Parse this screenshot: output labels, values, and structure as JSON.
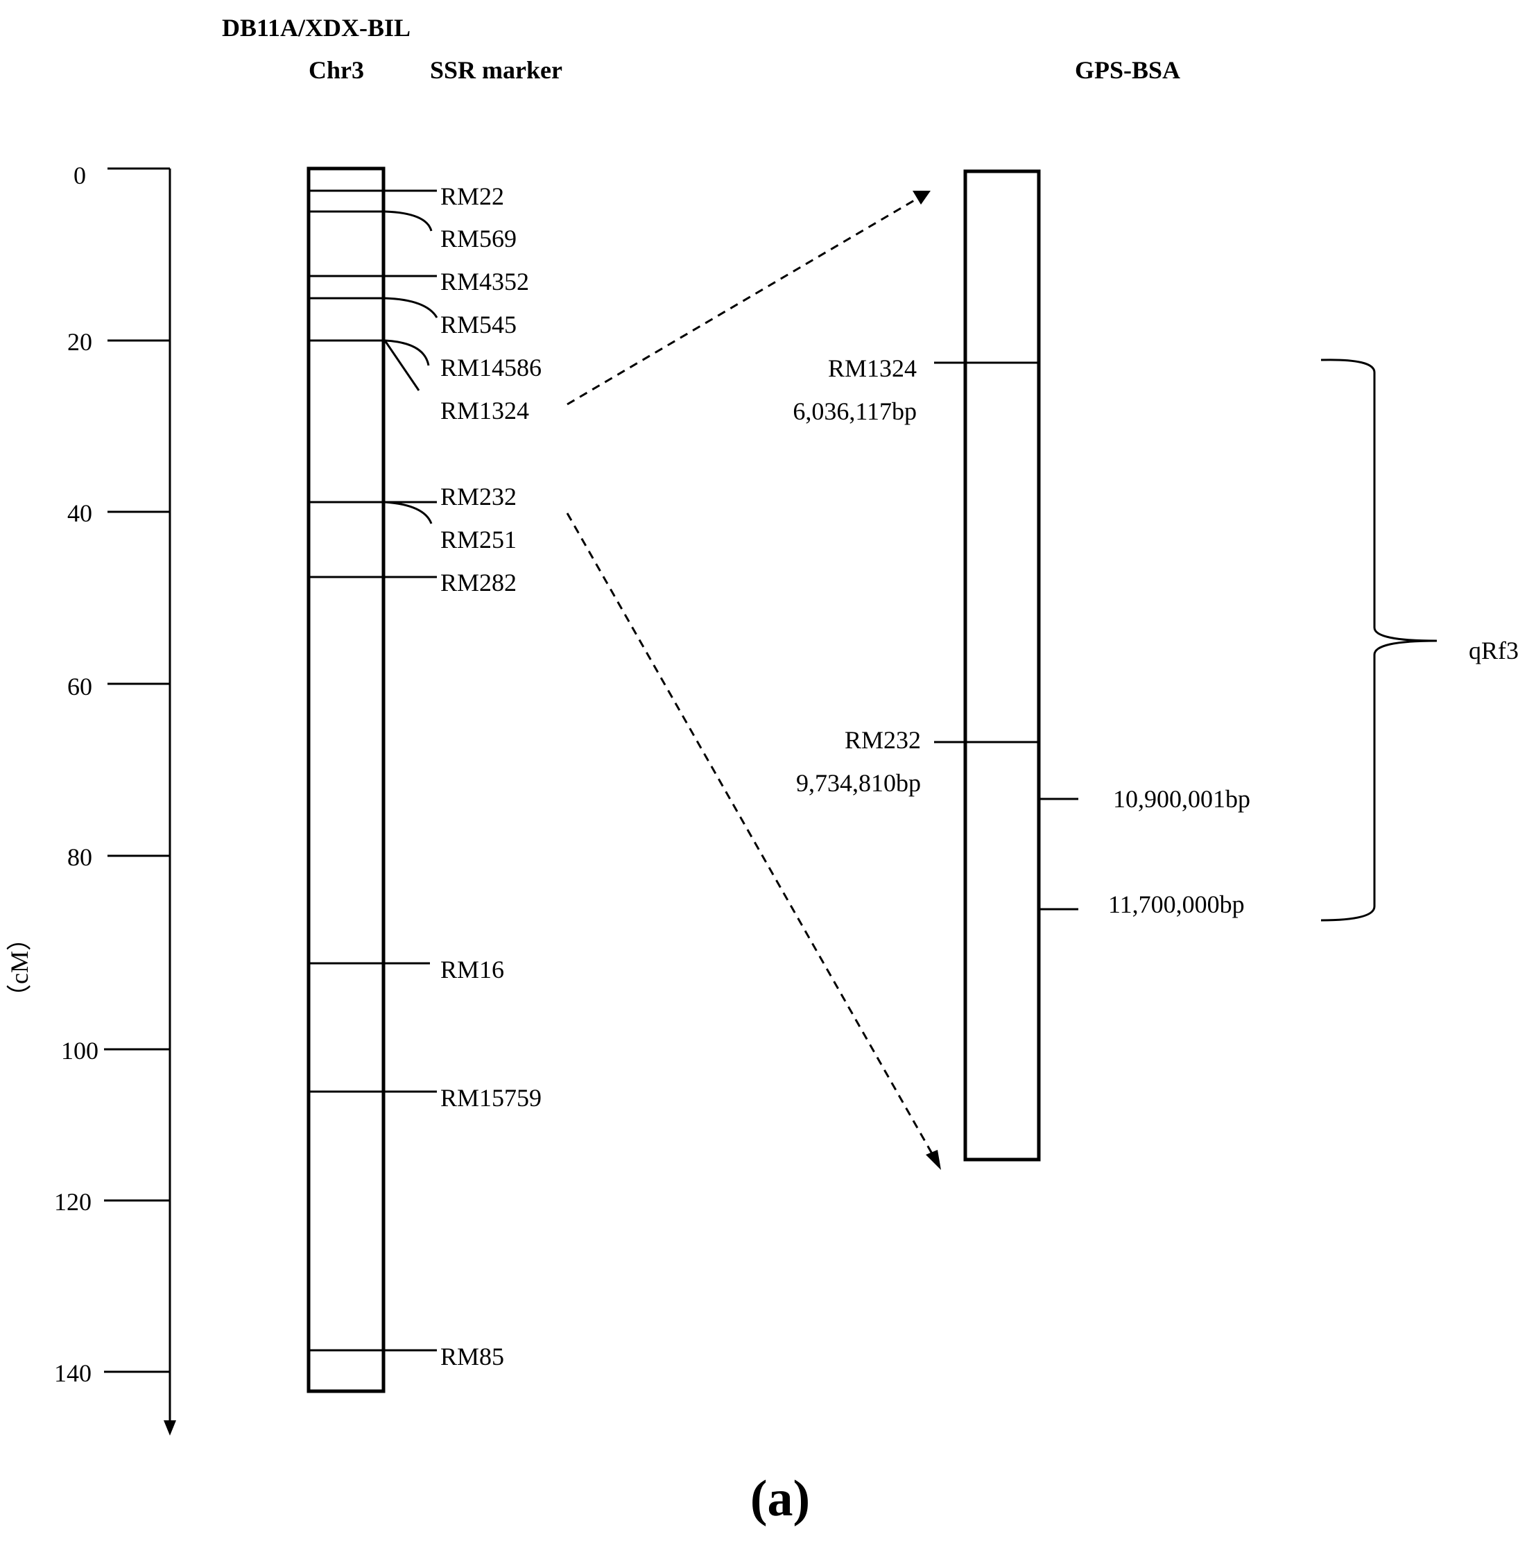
{
  "header": {
    "population": "DB11A/XDX-BIL",
    "chromosome": "Chr3",
    "marker_type": "SSR marker",
    "method": "GPS-BSA"
  },
  "axis": {
    "unit_label": "（cM）",
    "ticks": [
      "0",
      "20",
      "40",
      "60",
      "80",
      "100",
      "120",
      "140"
    ]
  },
  "linkage_markers": [
    "RM22",
    "RM569",
    "RM4352",
    "RM545",
    "RM14586",
    "RM1324",
    "RM232",
    "RM251",
    "RM282",
    "RM16",
    "RM15759",
    "RM85"
  ],
  "physical_map": {
    "markers": [
      {
        "name": "RM1324",
        "position": "6,036,117bp"
      },
      {
        "name": "RM232",
        "position": "9,734,810bp"
      }
    ],
    "interval": [
      "10,900,001bp",
      "11,700,000bp"
    ],
    "qtl": "qRf3"
  },
  "panel_label": "(a)"
}
